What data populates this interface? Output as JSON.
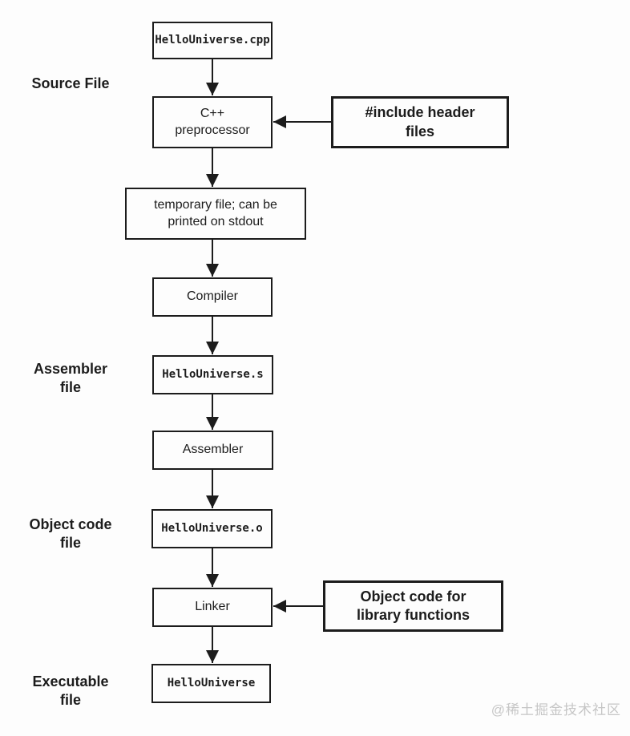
{
  "stage_labels": {
    "source": "Source File",
    "assembler": "Assembler\nfile",
    "object_code": "Object code\nfile",
    "executable": "Executable\nfile"
  },
  "nodes": {
    "cpp_file": "HelloUniverse.cpp",
    "preprocessor": "C++\npreprocessor",
    "include_headers": "#include header\nfiles",
    "temp_file": "temporary file; can be\nprinted on stdout",
    "compiler": "Compiler",
    "asm_file": "HelloUniverse.s",
    "assembler": "Assembler",
    "obj_file": "HelloUniverse.o",
    "linker": "Linker",
    "library_objects": "Object code for\nlibrary functions",
    "executable": "HelloUniverse"
  },
  "watermark": "@稀土掘金技术社区",
  "colors": {
    "line": "#1c1c1c",
    "text": "#1c1c1c",
    "background": "#fdfdfd",
    "watermark": "#c6c6c6"
  }
}
